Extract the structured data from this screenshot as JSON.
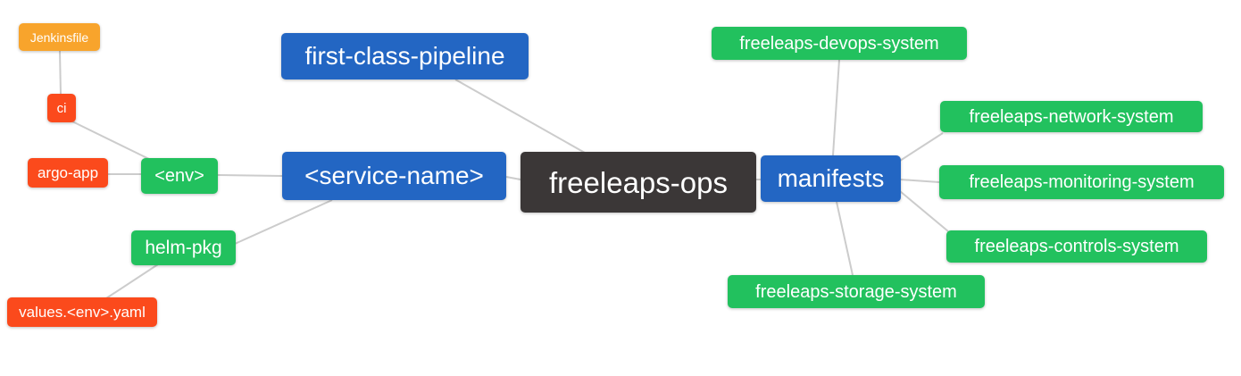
{
  "palette": {
    "blue": "#2366c3",
    "green": "#22c15e",
    "orange": "#f8a42c",
    "red": "#fb4a1c",
    "dark": "#3b3737",
    "edge": "#cccccc"
  },
  "nodes": {
    "root": {
      "label": "freeleaps-ops",
      "color": "#3b3737"
    },
    "first_class_pipeline": {
      "label": "first-class-pipeline",
      "color": "#2366c3"
    },
    "service_name": {
      "label": "<service-name>",
      "color": "#2366c3"
    },
    "manifests": {
      "label": "manifests",
      "color": "#2366c3"
    },
    "jenkinsfile": {
      "label": "Jenkinsfile",
      "color": "#f8a42c"
    },
    "ci": {
      "label": "ci",
      "color": "#fb4a1c"
    },
    "argo_app": {
      "label": "argo-app",
      "color": "#fb4a1c"
    },
    "env": {
      "label": "<env>",
      "color": "#22c15e"
    },
    "helm_pkg": {
      "label": "helm-pkg",
      "color": "#22c15e"
    },
    "values_env_yaml": {
      "label": "values.<env>.yaml",
      "color": "#fb4a1c"
    },
    "devops_system": {
      "label": "freeleaps-devops-system",
      "color": "#22c15e"
    },
    "network_system": {
      "label": "freeleaps-network-system",
      "color": "#22c15e"
    },
    "monitoring_system": {
      "label": "freeleaps-monitoring-system",
      "color": "#22c15e"
    },
    "controls_system": {
      "label": "freeleaps-controls-system",
      "color": "#22c15e"
    },
    "storage_system": {
      "label": "freeleaps-storage-system",
      "color": "#22c15e"
    }
  },
  "edges": [
    {
      "from": "jenkinsfile",
      "to": "ci"
    },
    {
      "from": "ci",
      "to": "env"
    },
    {
      "from": "argo_app",
      "to": "env"
    },
    {
      "from": "env",
      "to": "service_name"
    },
    {
      "from": "helm_pkg",
      "to": "service_name"
    },
    {
      "from": "values_env_yaml",
      "to": "helm_pkg"
    },
    {
      "from": "service_name",
      "to": "root"
    },
    {
      "from": "first_class_pipeline",
      "to": "root"
    },
    {
      "from": "manifests",
      "to": "root"
    },
    {
      "from": "devops_system",
      "to": "manifests"
    },
    {
      "from": "network_system",
      "to": "manifests"
    },
    {
      "from": "monitoring_system",
      "to": "manifests"
    },
    {
      "from": "controls_system",
      "to": "manifests"
    },
    {
      "from": "storage_system",
      "to": "manifests"
    }
  ]
}
